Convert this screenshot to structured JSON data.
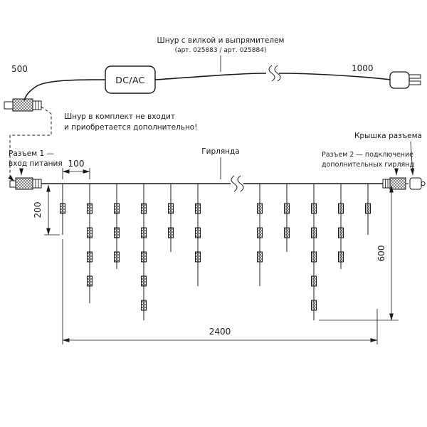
{
  "page": {
    "background": "#ffffff",
    "ink_color": "#1a1a1a"
  },
  "power_cord": {
    "label_line1": "Шнур с вилкой и выпрямителем",
    "label_line2": "(арт. 025883 / арт. 025884)",
    "converter_label": "DC/AC",
    "dim_left": "500",
    "dim_right": "1000",
    "note_line1": "Шнур в комплект не входит",
    "note_line2": "и приобретается дополнительно!"
  },
  "garland": {
    "label": "Гирлянда",
    "connector1_line1": "Разъем 1 —",
    "connector1_line2": "вход питания",
    "connector2_line1": "Разъем 2 — подключение",
    "connector2_line2": "дополнительных гирлянд",
    "cap_label": "Крышка разъема",
    "dim_spacing": "100",
    "dim_first_drop": "200",
    "dim_max_drop": "600",
    "dim_total": "2400"
  }
}
